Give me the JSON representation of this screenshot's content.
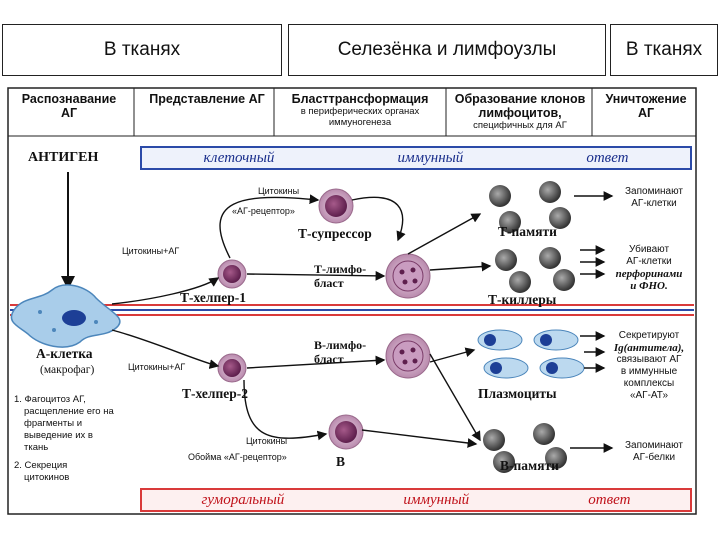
{
  "top_boxes": [
    "В тканях",
    "Селезёнка и лимфоузлы",
    "В тканях"
  ],
  "columns": [
    {
      "title": "Распознавание АГ",
      "sub": ""
    },
    {
      "title": "Представление АГ",
      "sub": ""
    },
    {
      "title": "Бласттрансформация",
      "sub": "в периферических органах иммуногенеза"
    },
    {
      "title": "Образование клонов лимфоцитов,",
      "sub": "специфичных для АГ"
    },
    {
      "title": "Уничтожение АГ",
      "sub": ""
    }
  ],
  "antigen": "АНТИГЕН",
  "cellular_response": [
    "клеточный",
    "иммунный",
    "ответ"
  ],
  "humoral_response": [
    "гуморальный",
    "иммунный",
    "ответ"
  ],
  "labels": {
    "cytokines_top": "Цитокины",
    "ag_receptor_top": "«АГ-рецептор»",
    "cytokines_ag_1": "Цитокины+АГ",
    "cytokines_ag_2": "Цитокины+АГ",
    "cytokines_bottom": "Цитокины",
    "shell_ag_receptor": "Обойма «АГ-рецептор»"
  },
  "cells": {
    "t_suppressor": "Т-супрессор",
    "t_helper_1": "Т-хелпер-1",
    "t_helper_2": "Т-хелпер-2",
    "t_lymphoblast": "Т-лимфо-бласт",
    "b_lymphoblast": "В-лимфо-бласт",
    "b_cell": "В",
    "t_memory": "Т-памяти",
    "t_killers": "Т-киллеры",
    "plasmocytes": "Плазмоциты",
    "b_memory": "В-памяти",
    "a_cell": "А-клетка",
    "macrophage": "(макрофаг)"
  },
  "a_cell_desc": [
    "1. Фагоцитоз АГ,",
    "расщепление его на",
    "фрагменты и",
    "выведение их в",
    "ткань",
    "2. Секреция",
    "цитокинов"
  ],
  "outcomes": {
    "remember_cells": [
      "Запоминают",
      "АГ-клетки"
    ],
    "kill": [
      "Убивают",
      "АГ-клетки",
      "перфоринами",
      "и ФНО."
    ],
    "secrete": [
      "Секретируют",
      "Ig(антитела),",
      "связывают АГ",
      "в иммунные",
      "комплексы",
      "«АГ-АТ»"
    ],
    "remember_proteins": [
      "Запоминают",
      "АГ-белки"
    ]
  },
  "colors": {
    "blue_border": "#2b4aa8",
    "red_border": "#d93a3a",
    "red_text": "#c0121a",
    "blue_text": "#1a2f8c",
    "cell_purple": "#8a3e70"
  }
}
